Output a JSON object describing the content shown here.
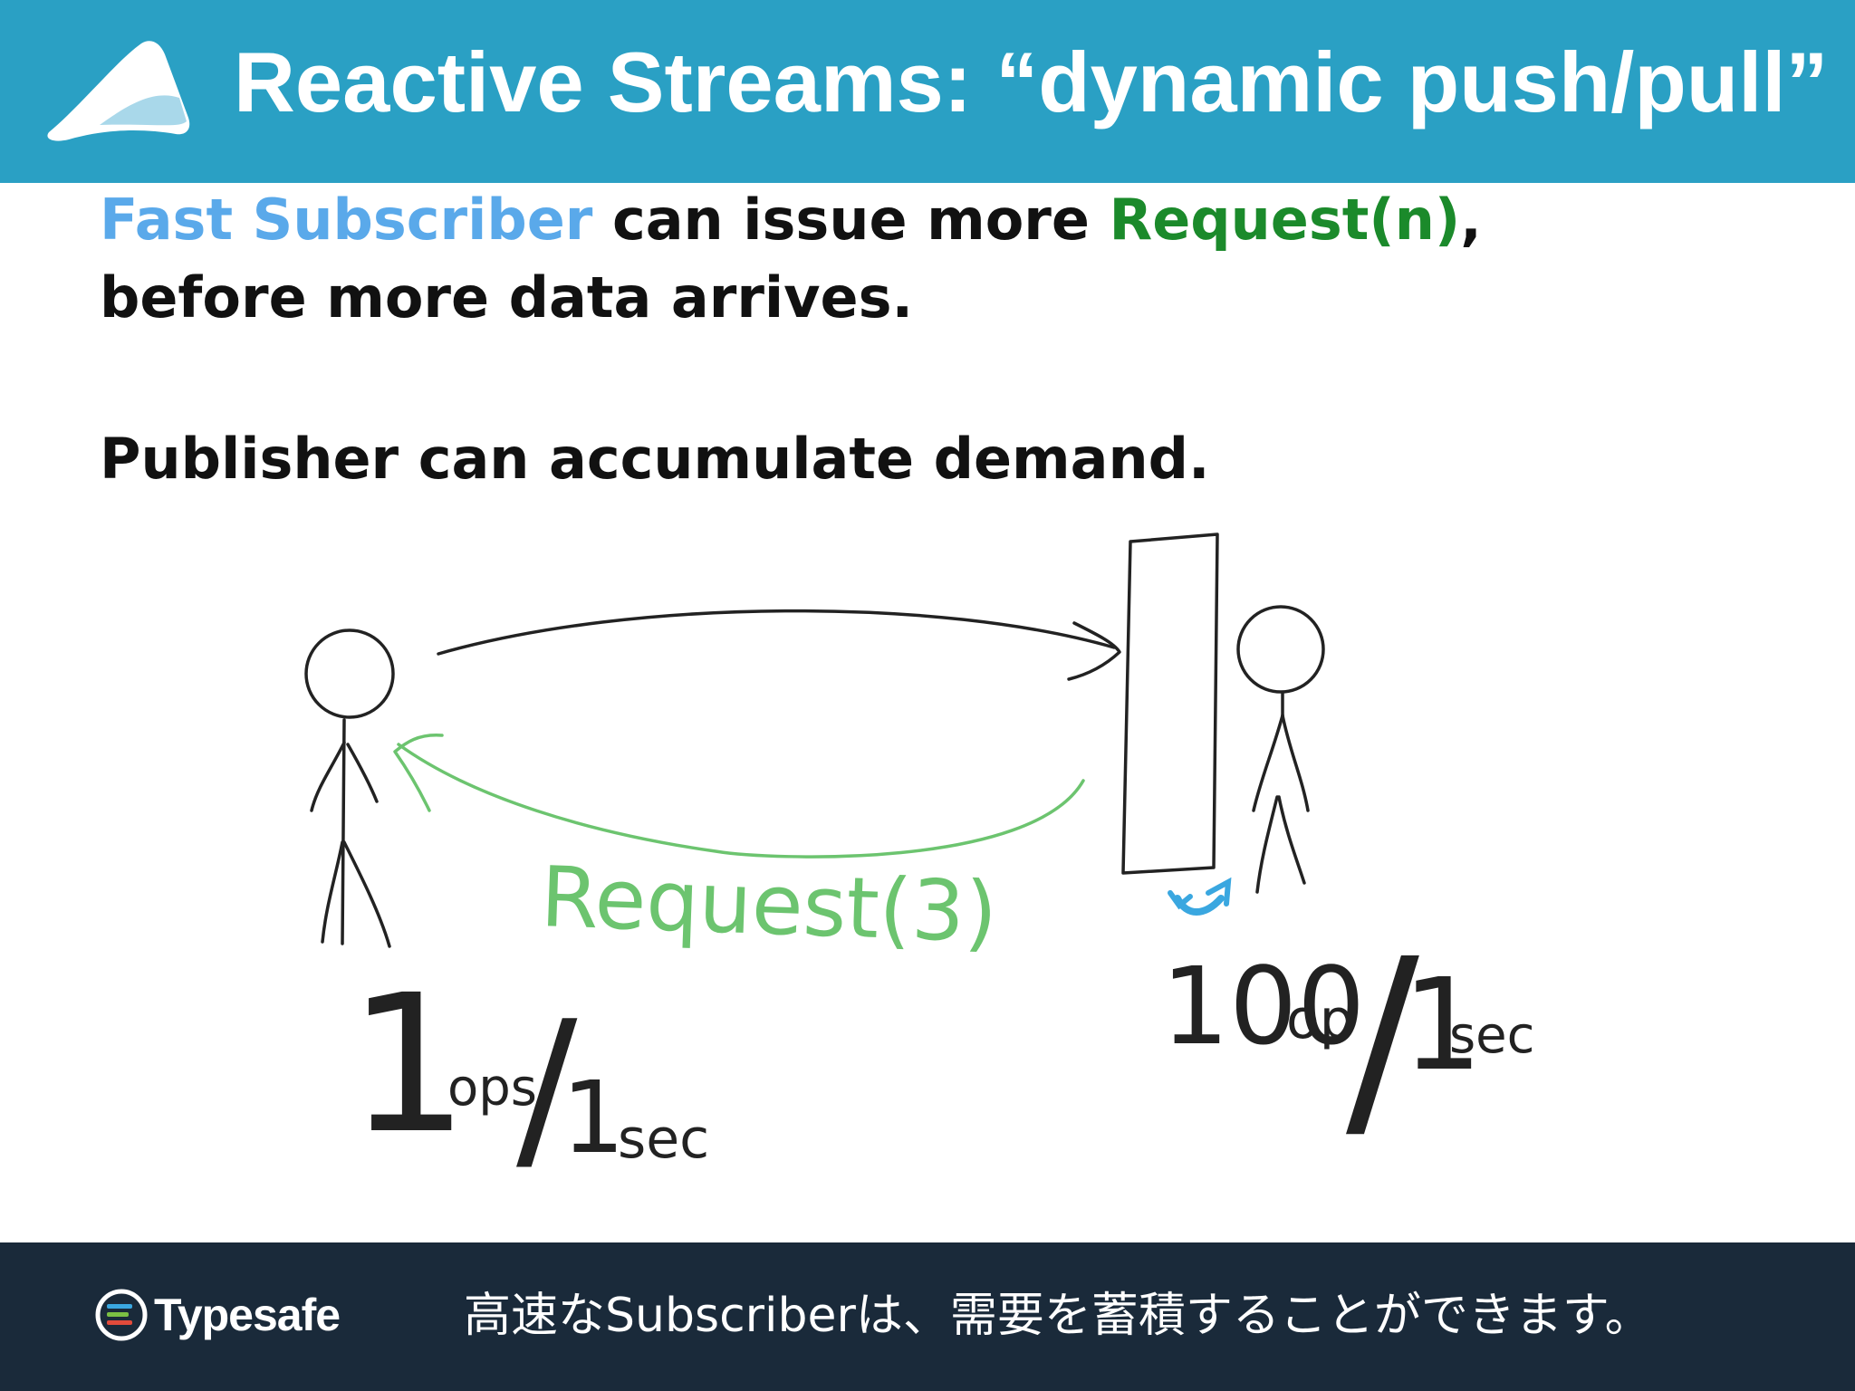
{
  "header": {
    "title": "Reactive Streams: “dynamic push/pull”",
    "logo_icon": "mountain-logo-icon"
  },
  "body": {
    "line1": {
      "subscriber": "Fast Subscriber",
      "middle": " can issue more ",
      "request": "Request(n)",
      "end": ","
    },
    "line2": "before more data arrives.",
    "line3": "Publisher can accumulate demand."
  },
  "sketch": {
    "request_label": "Request(3)",
    "left_rate": {
      "one": "1",
      "ops": "ops",
      "slash": "/",
      "one_b": "1",
      "sec": "sec"
    },
    "right_rate": {
      "hundred": "100",
      "op": "op",
      "slash": "/",
      "one": "1",
      "sec": "sec"
    }
  },
  "footer": {
    "brand": "Typesafe",
    "brand_icon": "typesafe-logo-icon",
    "caption": "高速なSubscriberは、需要を蓄積することができます。"
  },
  "colors": {
    "header_bg": "#2aa0c4",
    "footer_bg": "#1a2a3a",
    "subscriber_blue": "#5aa9ea",
    "request_green": "#1b8a2b",
    "sketch_green": "#6cc46f",
    "swap_arrow_blue": "#3aa7e0"
  }
}
